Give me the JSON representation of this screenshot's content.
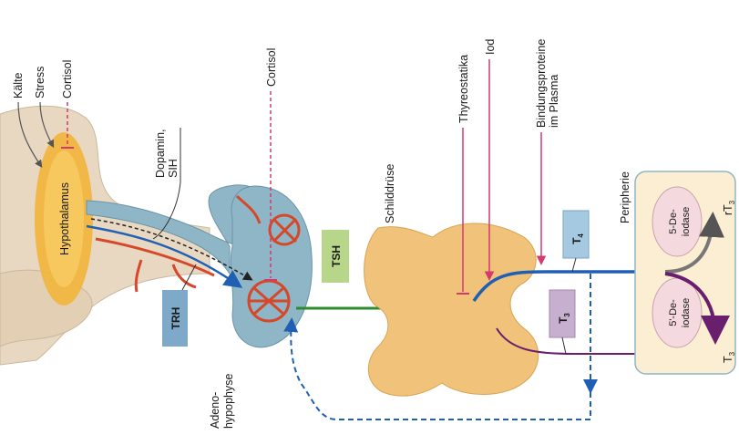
{
  "labels": {
    "kaelte": "Kälte",
    "stress": "Stress",
    "cortisol_left": "Cortisol",
    "hypothalamus": "Hypothalamus",
    "dopamin": "Dopamin,",
    "sih": "SIH",
    "cortisol_mid": "Cortisol",
    "trh": "TRH",
    "adeno": "Adeno-",
    "hypophyse": "hypophyse",
    "tsh": "TSH",
    "schilddruese": "Schilddrüse",
    "thyreostatika": "Thyreostatika",
    "iod": "Iod",
    "bindungsproteine": "Bindungsproteine",
    "im_plasma": "im Plasma",
    "peripherie": "Peripherie",
    "t4": "T",
    "t4_sub": "4",
    "t3": "T",
    "t3_sub": "3",
    "deiodase_top_1": "5-De-",
    "deiodase_top_2": "iodase",
    "deiodase_bottom_1": "5'-De-",
    "deiodase_bottom_2": "iodase",
    "rt3": "rT",
    "rt3_sub": "3",
    "t3_out": "T",
    "t3_out_sub": "3"
  },
  "colors": {
    "hypothalamus_fill": "#f2b53a",
    "pituitary_fill": "#8fb6c6",
    "vessel": "#d5482a",
    "thyroid": "#f0c27a",
    "periphery_bg": "#fbeed2",
    "trh_box": "#7fa9c9",
    "tsh_box": "#b7d68a",
    "t4_box": "#a6c9e2",
    "t3_box": "#c7b0cf",
    "arrow_blue": "#1f5fb4",
    "arrow_green": "#2e8b2e",
    "arrow_purple": "#6a1f6e",
    "inhibit_pink": "#d43a6e",
    "deiodase_fill": "#f4d9df",
    "arrow_gray": "#777777"
  }
}
